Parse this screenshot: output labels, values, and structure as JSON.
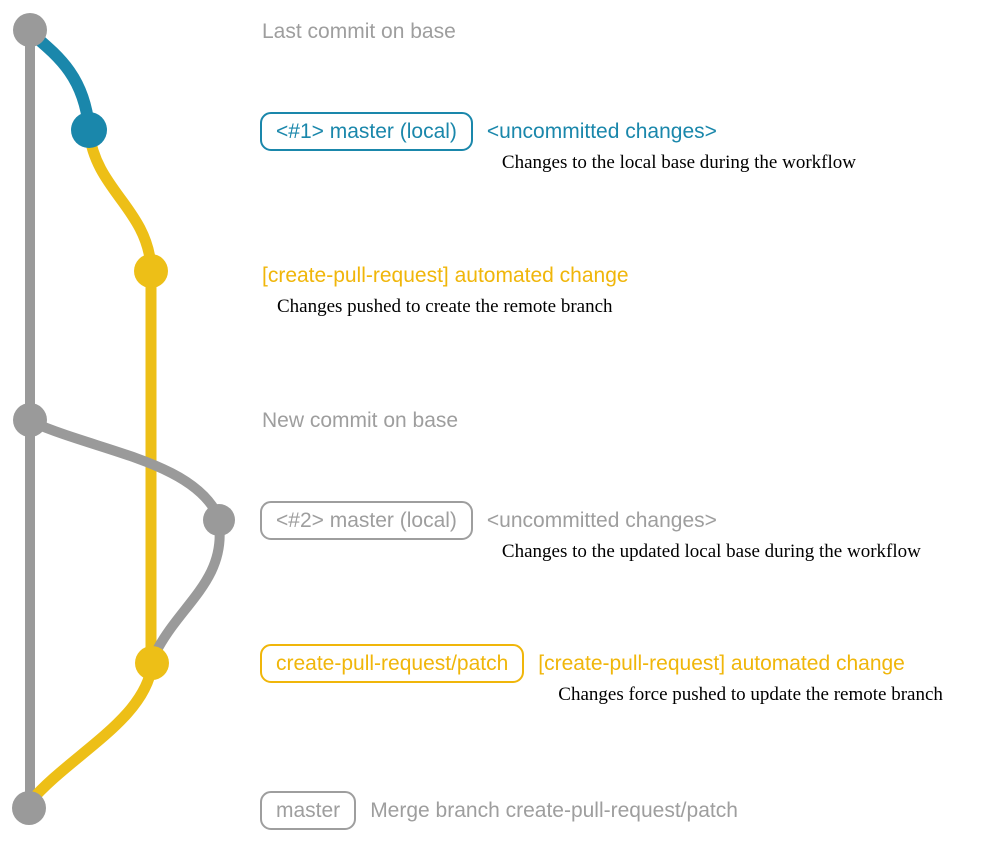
{
  "colors": {
    "gray": "#9a9a9a",
    "gray_text": "#9e9e9e",
    "teal": "#1a87ab",
    "yellow_line": "#edbf17",
    "yellow_text": "#f0b60a",
    "ink": "#000000"
  },
  "rows": [
    {
      "text": "Last commit on base"
    },
    {
      "badge": "<#1> master (local)",
      "title": "<uncommitted changes>",
      "desc": "Changes to the local base during the workflow"
    },
    {
      "title": "[create-pull-request] automated change",
      "desc": "Changes pushed to create the remote branch"
    },
    {
      "text": "New commit on base"
    },
    {
      "badge": "<#2> master (local)",
      "title": "<uncommitted changes>",
      "desc": "Changes to the updated local base during the workflow"
    },
    {
      "badge": "create-pull-request/patch",
      "title": "[create-pull-request] automated change",
      "desc": "Changes force pushed to update the remote branch"
    },
    {
      "badge": "master",
      "title": "Merge branch create-pull-request/patch"
    }
  ]
}
